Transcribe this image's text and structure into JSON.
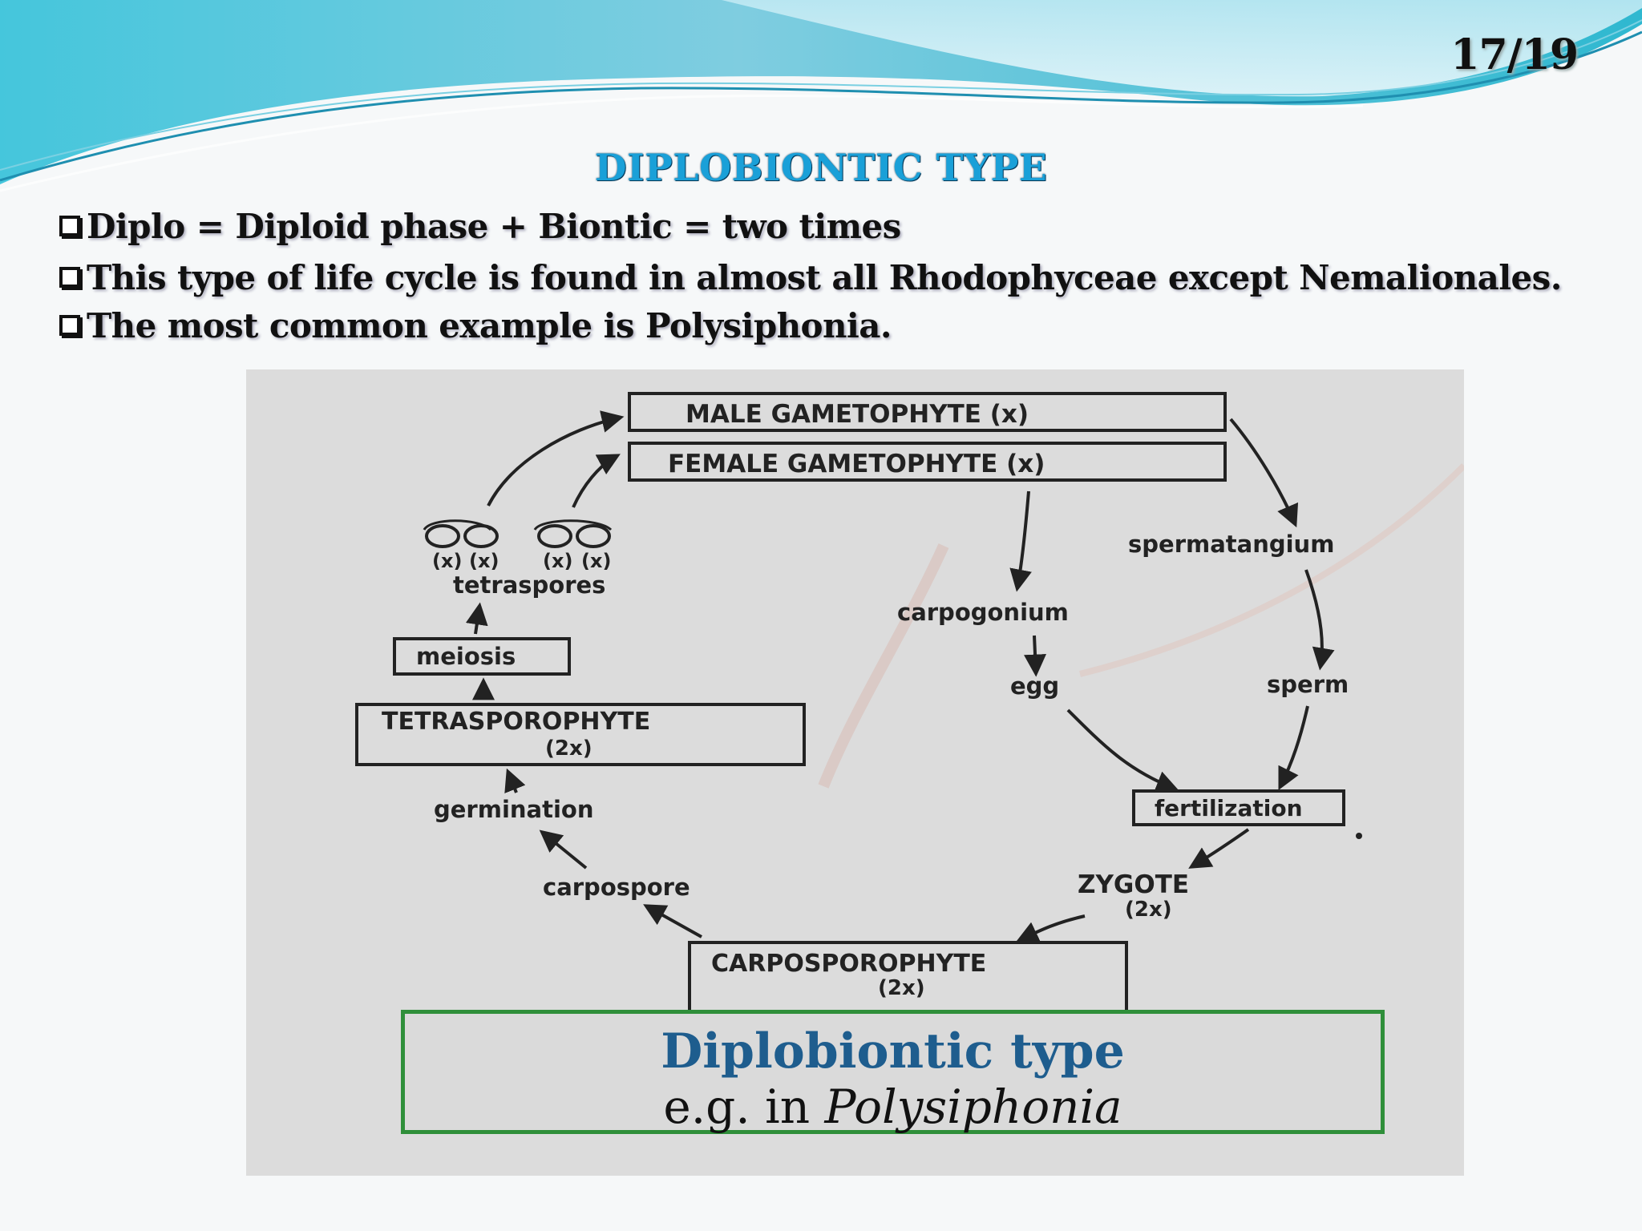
{
  "page_number": "17/19",
  "title": "DIPLOBIONTIC  TYPE",
  "bullets": [
    {
      "text": "Diplo = Diploid phase +  Biontic = two times"
    },
    {
      "text": "This type of life cycle is found in almost all Rhodophyceae except Nemalionales."
    },
    {
      "text": " The most common example is Polysiphonia."
    }
  ],
  "diagram": {
    "male_gametophyte": "MALE GAMETOPHYTE (x)",
    "female_gametophyte": "FEMALE GAMETOPHYTE (x)",
    "spore_label": "(x)",
    "tetraspores": "tetraspores",
    "meiosis": "meiosis",
    "tetrasporophyte": "TETRASPOROPHYTE",
    "tetrasporophyte_ploidy": "(2x)",
    "germination": "germination",
    "carpospore": "carpospore",
    "carposporophyte": "CARPOSPOROPHYTE",
    "carposporophyte_ploidy": "(2x)",
    "spermatangium": "spermatangium",
    "carpogonium": "carpogonium",
    "egg": "egg",
    "sperm": "sperm",
    "fertilization": "fertilization",
    "zygote": "ZYGOTE",
    "zygote_ploidy": "(2x)"
  },
  "caption": {
    "title": "Diplobiontic type",
    "prefix": "e.g. in ",
    "genus": "Polysiphonia"
  },
  "colors": {
    "title": "#1aa0d8",
    "caption_border": "#2f8f3a",
    "caption_title": "#1e5d8e",
    "wave_teal": "#3fc3d6"
  }
}
